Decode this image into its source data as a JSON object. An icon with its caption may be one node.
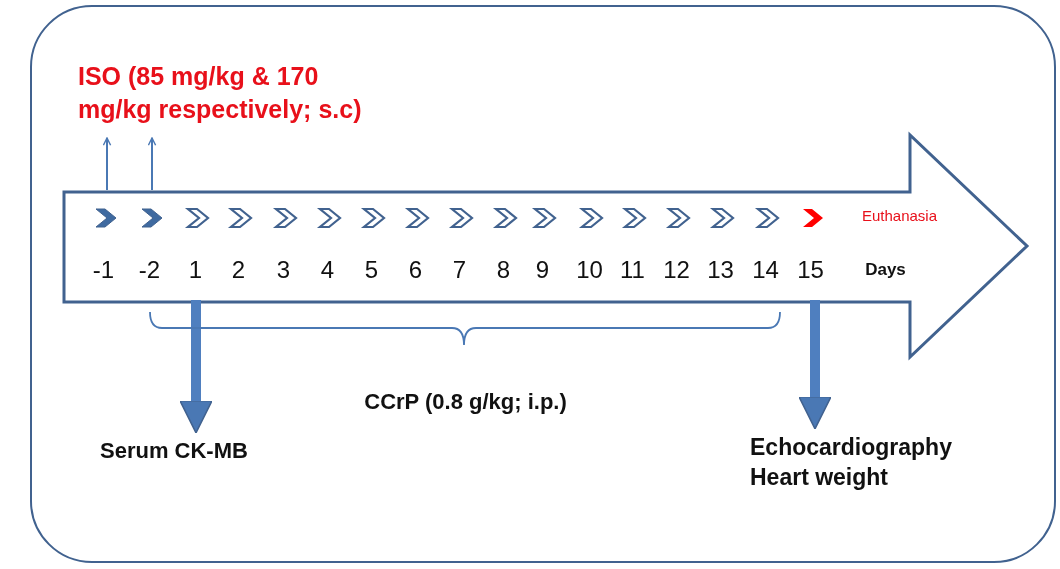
{
  "diagram": {
    "nodes": [
      {
        "text": [],
        "shape": "box"
      },
      {
        "text": [],
        "shape": "arrow",
        "in": 0
      },
      {
        "text": [
          "ISO (85 mg/kg & 170 mg/kg respectively; s.c)"
        ],
        "in": 0
      },
      {
        "text": [
          "Serum CK-MB"
        ],
        "in": 0
      },
      {
        "text": [
          "Echocardiography",
          "Heart weight"
        ],
        "in": 0
      }
    ],
    "edges": [
      {
        "from": 1,
        "to": 2,
        "arrow": "to"
      },
      {
        "from": 1,
        "to": 2,
        "arrow": "to"
      },
      {
        "from": 1,
        "to": 3,
        "arrow": "to",
        "style": "thick"
      },
      {
        "from": 1,
        "to": 4,
        "arrow": "to",
        "style": "thick"
      }
    ],
    "labels": [
      "Euthanasia",
      "-1",
      "-2",
      "1",
      "2",
      "3",
      "4",
      "5",
      "6",
      "7",
      "8",
      "9",
      "10",
      "11",
      "12",
      "13",
      "14",
      "15",
      "Days",
      "CCrP (0.8 g/kg; i.p.)"
    ]
  }
}
